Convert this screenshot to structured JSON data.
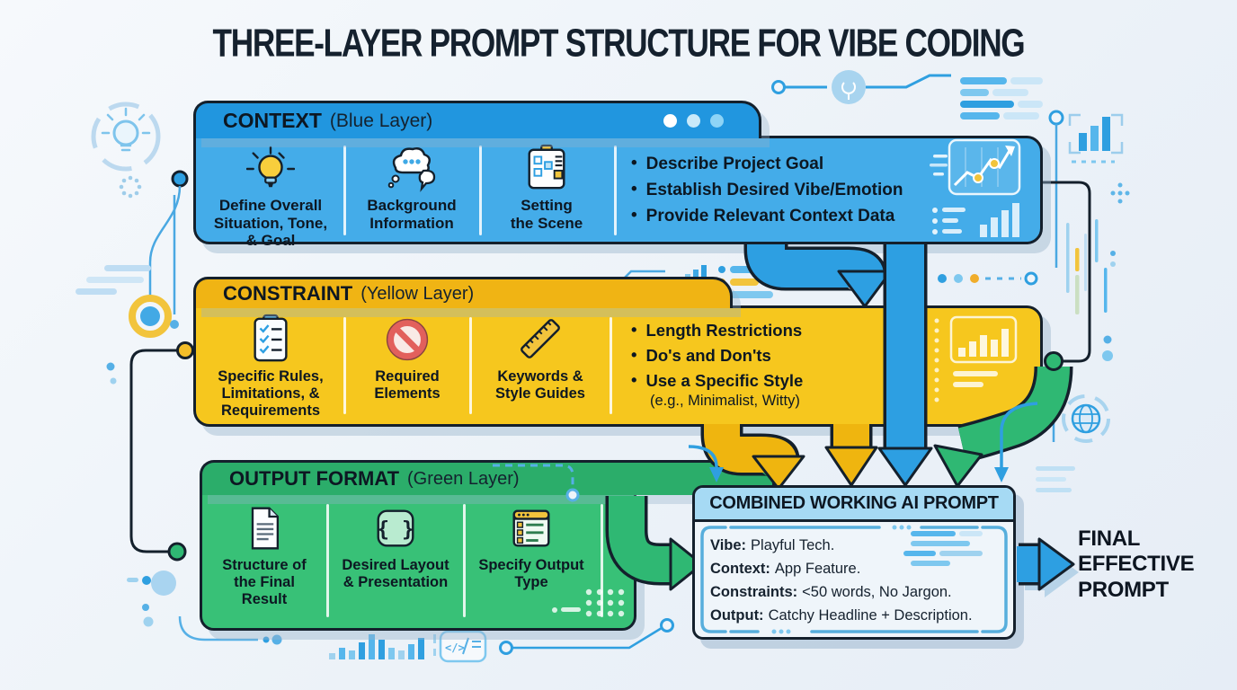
{
  "title": "THREE-LAYER PROMPT STRUCTURE FOR VIBE CODING",
  "colors": {
    "outline": "#14202C",
    "blue_tab": "#2196DF",
    "blue_body": "#44ACE9",
    "yellow_tab": "#F0B414",
    "yellow_body": "#F6C71E",
    "green_tab": "#2BAD6A",
    "green_body": "#38C177",
    "arrow_blue": "#2D9FE2",
    "arrow_yellow": "#EFB50F",
    "arrow_green": "#2FB873",
    "combined_header": "#A6DAF4",
    "accent_light": "#7EC8EF"
  },
  "layers": {
    "context": {
      "name": "CONTEXT",
      "qualifier": "(Blue Layer)",
      "columns": [
        {
          "icon": "lightbulb-icon",
          "label": "Define Overall\nSituation, Tone,\n& Goal"
        },
        {
          "icon": "thought-cloud-icon",
          "label": "Background\nInformation"
        },
        {
          "icon": "scene-board-icon",
          "label": "Setting\nthe Scene"
        }
      ],
      "bullets": [
        "Describe Project Goal",
        "Establish Desired Vibe/Emotion",
        "Provide Relevant Context Data"
      ]
    },
    "constraint": {
      "name": "CONSTRAINT",
      "qualifier": "(Yellow Layer)",
      "columns": [
        {
          "icon": "checklist-clipboard-icon",
          "label": "Specific Rules,\nLimitations, &\nRequirements"
        },
        {
          "icon": "prohibition-icon",
          "label": "Required\nElements"
        },
        {
          "icon": "ruler-icon",
          "label": "Keywords &\nStyle Guides"
        }
      ],
      "bullets": [
        "Length Restrictions",
        "Do's and Don'ts",
        "Use a Specific Style"
      ],
      "bullet_note": "(e.g., Minimalist, Witty)"
    },
    "output_format": {
      "name": "OUTPUT FORMAT",
      "qualifier": "(Green Layer)",
      "columns": [
        {
          "icon": "document-icon",
          "label": "Structure of\nthe Final\nResult"
        },
        {
          "icon": "braces-icon",
          "label": "Desired Layout\n& Presentation"
        },
        {
          "icon": "output-form-icon",
          "label": "Specify Output\nType"
        }
      ]
    }
  },
  "combined": {
    "title": "COMBINED WORKING AI PROMPT",
    "lines": [
      {
        "label": "Vibe:",
        "text": "Playful Tech."
      },
      {
        "label": "Context:",
        "text": "App Feature."
      },
      {
        "label": "Constraints:",
        "text": "<50 words, No Jargon."
      },
      {
        "label": "Output:",
        "text": "Catchy Headline + Description."
      }
    ]
  },
  "final_label": "FINAL\nEFFECTIVE\nPROMPT",
  "decor_icons": [
    "lightbulb-badge-icon",
    "spinner-dots-icon",
    "gear-node-icon",
    "line-chart-icon",
    "bar-chart-icon",
    "list-lines-icon",
    "globe-icon",
    "code-snippet-icon",
    "window-dots-icon",
    "circuit-node-icon"
  ]
}
